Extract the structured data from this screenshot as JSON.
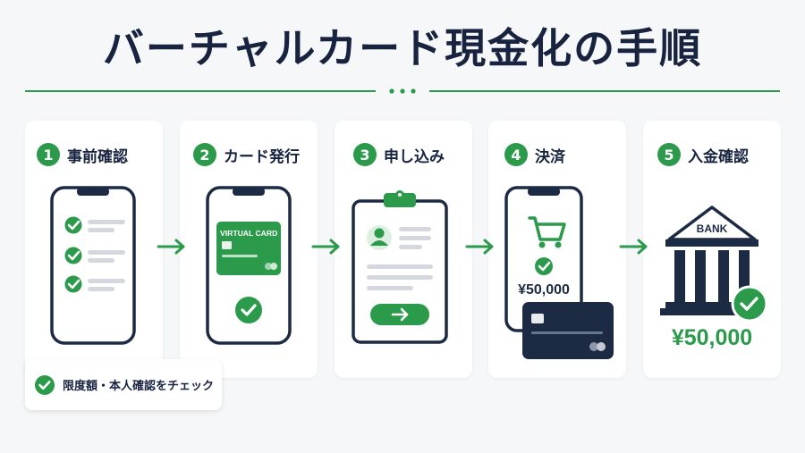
{
  "title": "バーチャルカード現金化の手順",
  "colors": {
    "accent": "#2b9a4b",
    "navy": "#1c2a44",
    "card": "#ffffff",
    "background": "#f6f7f8"
  },
  "steps": [
    {
      "number": "1",
      "label": "事前確認",
      "icon": "phone-checklist-icon"
    },
    {
      "number": "2",
      "label": "カード発行",
      "icon": "phone-virtual-card-icon",
      "card_text": "VIRTUAL CARD"
    },
    {
      "number": "3",
      "label": "申し込み",
      "icon": "clipboard-form-icon"
    },
    {
      "number": "4",
      "label": "決済",
      "icon": "cart-payment-icon",
      "amount": "¥50,000"
    },
    {
      "number": "5",
      "label": "入金確認",
      "icon": "bank-icon",
      "bank_text": "BANK",
      "amount": "¥50,000"
    }
  ],
  "badge": {
    "text": "限度額・本人確認をチェック"
  }
}
